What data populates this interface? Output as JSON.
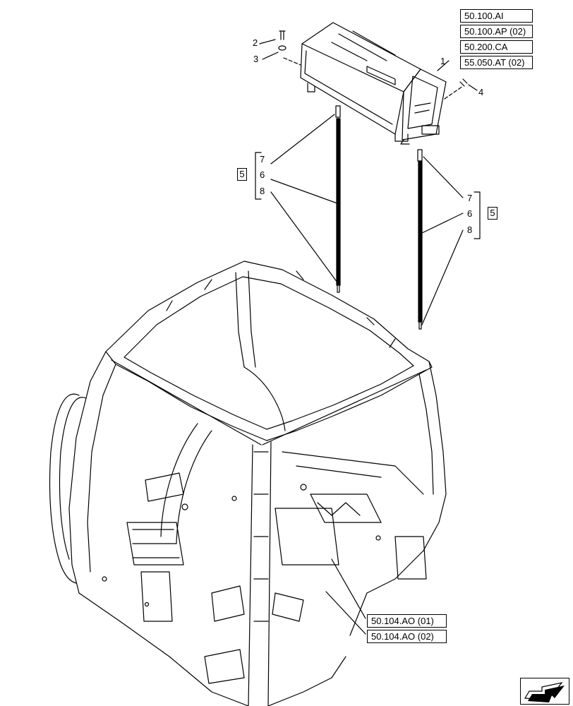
{
  "references": {
    "top": [
      "50.100.AI",
      "50.100.AP (02)",
      "50.200.CA",
      "55.050.AT (02)"
    ],
    "bottom": [
      "50.104.AO (01)",
      "50.104.AO (02)"
    ]
  },
  "callouts": {
    "c1": "1",
    "c2": "2",
    "c3": "3",
    "c4": "4",
    "left_group": {
      "bracket_label": "5",
      "items": [
        "7",
        "6",
        "8"
      ]
    },
    "right_group": {
      "bracket_label": "5",
      "items": [
        "7",
        "6",
        "8"
      ]
    }
  },
  "navigation": {
    "icon": "arrow-icon"
  }
}
